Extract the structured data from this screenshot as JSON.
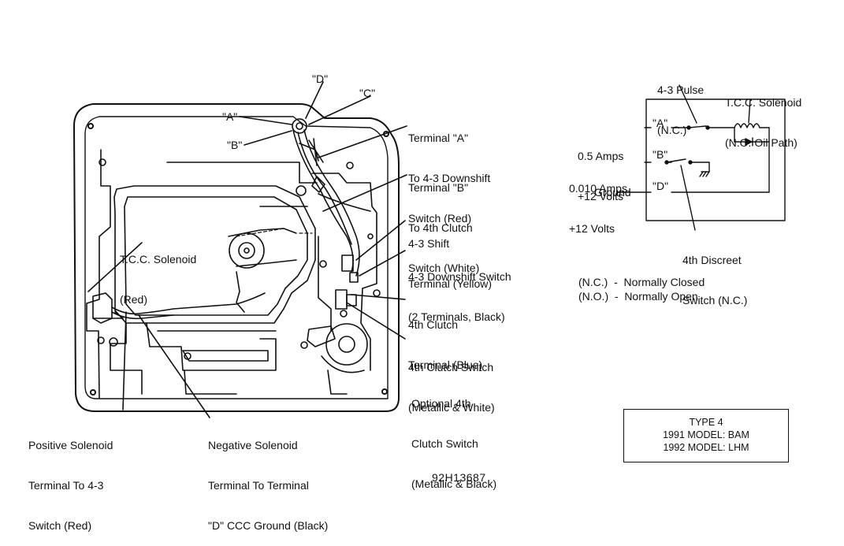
{
  "diagram": {
    "connector_labels": {
      "d": "\"D\"",
      "c": "\"C\"",
      "a": "\"A\"",
      "b": "\"B\""
    },
    "callouts": {
      "terminal_a": [
        "Terminal \"A\"",
        "To 4-3 Downshift",
        "Switch (Red)"
      ],
      "terminal_b": [
        "Terminal \"B\"",
        "To 4th Clutch",
        "Switch (White)"
      ],
      "shift_terminal": [
        "4-3 Shift",
        "Terminal (Yellow)"
      ],
      "downshift_switch": [
        "4-3 Downshift Switch",
        "(2 Terminals, Black)"
      ],
      "clutch_terminal": [
        "4th Clutch",
        "Terminal (Blue)"
      ],
      "clutch_switch": [
        "4th Clutch Switch",
        "(Metallic & White)"
      ],
      "optional_switch": [
        "Optional 4th",
        "Clutch Switch",
        "(Metallic & Black)"
      ],
      "tcc_solenoid": [
        "T.C.C. Solenoid",
        "(Red)"
      ],
      "positive_terminal": [
        "Positive Solenoid",
        "Terminal To 4-3",
        "Switch (Red)"
      ],
      "negative_terminal": [
        "Negative Solenoid",
        "Terminal To Terminal",
        "\"D\" CCC Ground (Black)"
      ]
    },
    "schematic": {
      "pulse": [
        "4-3 Pulse",
        "(N.C.)"
      ],
      "solenoid": [
        "T.C.C. Solenoid",
        "(N.O. Oil Path)"
      ],
      "amps_a": [
        "0.5 Amps",
        "+12 Volts"
      ],
      "amps_b": [
        "0.010 Amps",
        "+12 Volts"
      ],
      "ground": "Ground",
      "term_a": "\"A\"",
      "term_b": "\"B\"",
      "term_d": "\"D\"",
      "discreet": [
        "4th Discreet",
        "Switch (N.C.)"
      ]
    },
    "legend": {
      "nc": "(N.C.)  -  Normally Closed",
      "no": "(N.O.)  -  Normally Open"
    },
    "info_box": {
      "line1": "TYPE 4",
      "line2": "1991 MODEL: BAM",
      "line3": "1992 MODEL: LHM"
    },
    "figure_id": "92H13687"
  }
}
